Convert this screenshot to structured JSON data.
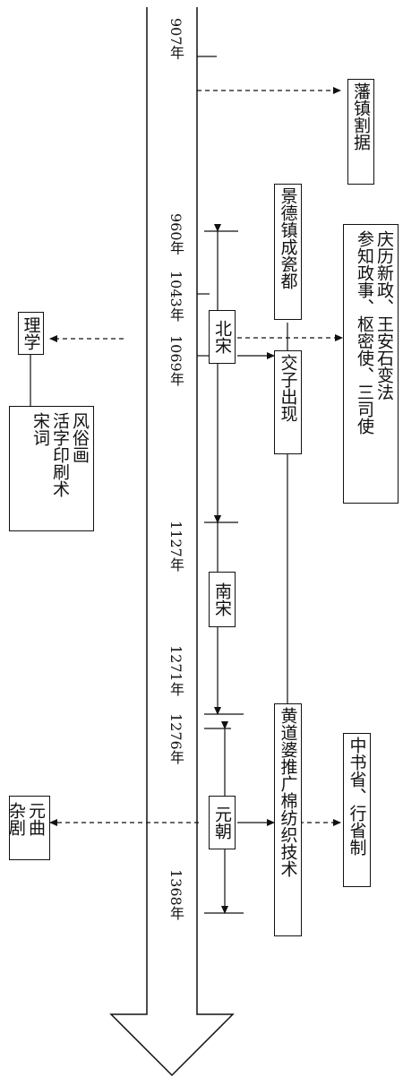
{
  "years": {
    "y907": "907年",
    "y960": "960年",
    "y1043": "1043年",
    "y1069": "1069年",
    "y1127": "1127年",
    "y1271": "1271年",
    "y1276": "1276年",
    "y1368": "1368年"
  },
  "dynasties": {
    "northern_song": "北宋",
    "southern_song": "南宋",
    "yuan": "元朝"
  },
  "events": {
    "fanzhen": "藩镇割据",
    "jingdezhen": "景德镇成瓷都",
    "reforms_line1": "庆历新政、王安石变法",
    "reforms_line2": "参知政事、枢密使、三司使",
    "jiaozi": "交子出现",
    "huang_daopo": "黄道婆推广棉纺织技术",
    "zhongshu": "中书省、行省制",
    "lixue": "理学",
    "culture_line1": "风俗画",
    "culture_line2": "活字印刷术",
    "culture_line3": "宋词",
    "yuanqu_line1": "元曲",
    "yuanqu_line2": "杂剧"
  }
}
